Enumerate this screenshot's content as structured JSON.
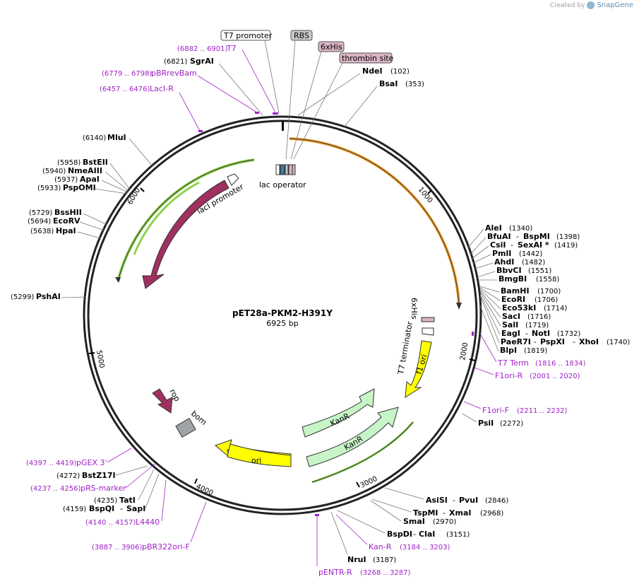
{
  "brand": {
    "prefix": "Created by",
    "name": "SnapGene"
  },
  "plasmid": {
    "name": "pET28a-PKM2-H391Y",
    "size": "6925 bp"
  },
  "ticks": [
    "1000",
    "2000",
    "3000",
    "4000",
    "5000",
    "6000"
  ],
  "boxed_features": [
    {
      "name": "T7 promoter",
      "color": "#ffffff"
    },
    {
      "name": "RBS",
      "color": "#c8c8c8"
    },
    {
      "name": "6xHis",
      "color": "#d9b3c4"
    },
    {
      "name": "thrombin site",
      "color": "#d9b3c4"
    }
  ],
  "feature_labels": {
    "lac_operator": "lac operator",
    "lacI": "lacI",
    "lacI_promoter": "lacI promoter",
    "sixHis": "6xHis",
    "t7_terminator": "T7 terminator",
    "f1_ori": "f1 ori",
    "kanR": "KanR",
    "kanR2": "KanR",
    "ori": "ori",
    "rop": "rop",
    "bom": "bom"
  },
  "sites_top": [
    {
      "pos": "(6821)",
      "name": "SgrAI"
    },
    {
      "name": "NdeI",
      "pos": "(102)"
    },
    {
      "name": "BsaI",
      "pos": "(353)"
    }
  ],
  "sites_left": [
    {
      "pos": "(6140)",
      "name": "MluI"
    },
    {
      "pos": "(5958)",
      "name": "BstEII"
    },
    {
      "pos": "(5940)",
      "name": "NmeAIII"
    },
    {
      "pos": "(5937)",
      "name": "ApaI"
    },
    {
      "pos": "(5933)",
      "name": "PspOMI"
    },
    {
      "pos": "(5729)",
      "name": "BssHII"
    },
    {
      "pos": "(5694)",
      "name": "EcoRV"
    },
    {
      "pos": "(5638)",
      "name": "HpaI"
    },
    {
      "pos": "(5299)",
      "name": "PshAI"
    }
  ],
  "sites_right": [
    {
      "name": "AleI",
      "pos": "(1340)"
    },
    {
      "name": "BfuAI",
      "name2": "BspMI",
      "pos": "(1398)"
    },
    {
      "name": "CsiI",
      "name2": "SexAI *",
      "pos": "(1419)"
    },
    {
      "name": "PmlI",
      "pos": "(1442)"
    },
    {
      "name": "AhdI",
      "pos": "(1482)"
    },
    {
      "name": "BbvCI",
      "pos": "(1551)"
    },
    {
      "name": "BmgBI",
      "pos": "(1558)"
    },
    {
      "name": "BamHI",
      "pos": "(1700)"
    },
    {
      "name": "EcoRI",
      "pos": "(1706)"
    },
    {
      "name": "Eco53kI",
      "pos": "(1714)"
    },
    {
      "name": "SacI",
      "pos": "(1716)"
    },
    {
      "name": "SalI",
      "pos": "(1719)"
    },
    {
      "name": "EagI",
      "name2": "NotI",
      "pos": "(1732)"
    },
    {
      "name": "PaeR7I",
      "name2": "PspXI",
      "name3": "XhoI",
      "pos": "(1740)"
    },
    {
      "name": "BlpI",
      "pos": "(1819)"
    },
    {
      "name": "PsiI",
      "pos": "(2272)"
    }
  ],
  "sites_bottom": [
    {
      "name": "AsiSI",
      "name2": "PvuI",
      "pos": "(2846)"
    },
    {
      "name": "TspMI",
      "name2": "XmaI",
      "pos": "(2968)"
    },
    {
      "name": "SmaI",
      "pos": "(2970)"
    },
    {
      "name": "BspDI",
      "name2": "ClaI",
      "pos": "(3151)"
    },
    {
      "name": "NruI",
      "pos": "(3187)"
    },
    {
      "pos": "(4272)",
      "name": "BstZ17I"
    },
    {
      "pos": "(4235)",
      "name": "TatI"
    },
    {
      "pos": "(4159)",
      "name": "BspQI",
      "name2": "SapI"
    }
  ],
  "primers": [
    {
      "pos": "(6882 .. 6901)",
      "name": "T7"
    },
    {
      "pos": "(6779 .. 6798)",
      "name": "pBRrevBam"
    },
    {
      "pos": "(6457 .. 6476)",
      "name": "LacI-R"
    },
    {
      "name": "T7 Term",
      "pos": "(1816 .. 1834)"
    },
    {
      "name": "F1ori-R",
      "pos": "(2001 .. 2020)"
    },
    {
      "name": "F1ori-F",
      "pos": "(2211 .. 2232)"
    },
    {
      "name": "Kan-R",
      "pos": "(3184 .. 3203)"
    },
    {
      "name": "pENTR-R",
      "pos": "(3268 .. 3287)"
    },
    {
      "pos": "(4397 .. 4419)",
      "name": "pGEX 3'"
    },
    {
      "pos": "(4237 .. 4256)",
      "name": "pRS-marker"
    },
    {
      "pos": "(4140 .. 4157)",
      "name": "L4440"
    },
    {
      "pos": "(3887 .. 3906)",
      "name": "pBR322ori-F"
    }
  ],
  "colors": {
    "backbone": "#222222",
    "orf_orange": "#f0a030",
    "promoter_green": "#8fd14f",
    "lacI_maroon": "#a0305f",
    "kanR_green": "#c8f5c8",
    "ori_yellow": "#ffff00",
    "f1ori_yellow": "#ffff00",
    "primer_purple": "#a020c8",
    "bom_gray": "#a0a4a8"
  }
}
